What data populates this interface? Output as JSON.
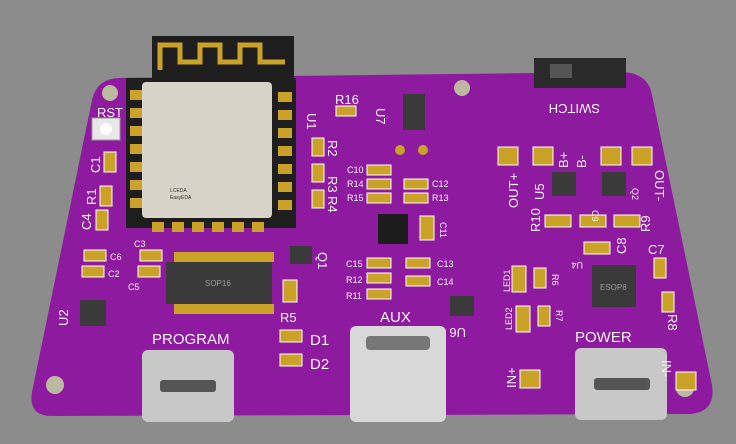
{
  "board": {
    "color": "#8e1aa0",
    "module_logo": [
      "LCEDA",
      "EasyEDA"
    ],
    "chip_labels": {
      "sop16": "SOP16",
      "esop8": "ESOP8"
    },
    "connectors": {
      "program": "PROGRAM",
      "aux": "AUX",
      "power": "POWER",
      "switch": "SWITCH"
    },
    "labels": {
      "rst": "RST",
      "c1": "C1",
      "r1": "R1",
      "c4": "C4",
      "c6": "C6",
      "c2": "C2",
      "c3": "C3",
      "c5": "C5",
      "u2": "U2",
      "u1": "U1",
      "r16": "R16",
      "r2": "R2",
      "r3": "R3",
      "r4": "R4",
      "u7": "U7",
      "c10": "C10",
      "r14": "R14",
      "r15": "R15",
      "c12": "C12",
      "r13": "R13",
      "c11": "C11",
      "c15": "C15",
      "r12": "R12",
      "r11": "R11",
      "c13": "C13",
      "c14": "C14",
      "q1": "Q1",
      "r5": "R5",
      "d1": "D1",
      "d2": "D2",
      "u6": "U6",
      "out_plus": "OUT+",
      "b_plus": "B+",
      "b_minus": "B-",
      "out_minus": "OUT-",
      "u5": "U5",
      "q2": "Q2",
      "r10": "R10",
      "c9": "C9",
      "r9": "R9",
      "c8": "C8",
      "c7": "C7",
      "u4": "U4",
      "led1": "LED1",
      "r6": "R6",
      "led2": "LED2",
      "r7": "R7",
      "r8": "R8",
      "in_plus": "IN+",
      "in_minus": "IN-"
    }
  }
}
